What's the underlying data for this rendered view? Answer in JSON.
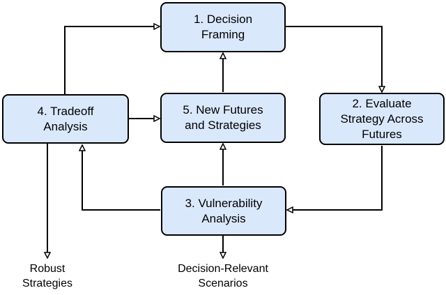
{
  "nodes": {
    "decision_framing": {
      "line1": "1. Decision",
      "line2": "Framing"
    },
    "evaluate_strategy": {
      "line1": "2. Evaluate",
      "line2": "Strategy Across",
      "line3": "Futures"
    },
    "vulnerability_analysis": {
      "line1": "3. Vulnerability",
      "line2": "Analysis"
    },
    "tradeoff_analysis": {
      "line1": "4. Tradeoff",
      "line2": "Analysis"
    },
    "new_futures": {
      "line1": "5. New Futures",
      "line2": "and Strategies"
    }
  },
  "outcomes": {
    "robust_strategies": {
      "line1": "Robust",
      "line2": "Strategies"
    },
    "decision_relevant_scenarios": {
      "line1": "Decision-Relevant",
      "line2": "Scenarios"
    }
  },
  "colors": {
    "box_fill": "#dae8fc",
    "stroke": "#000000"
  }
}
